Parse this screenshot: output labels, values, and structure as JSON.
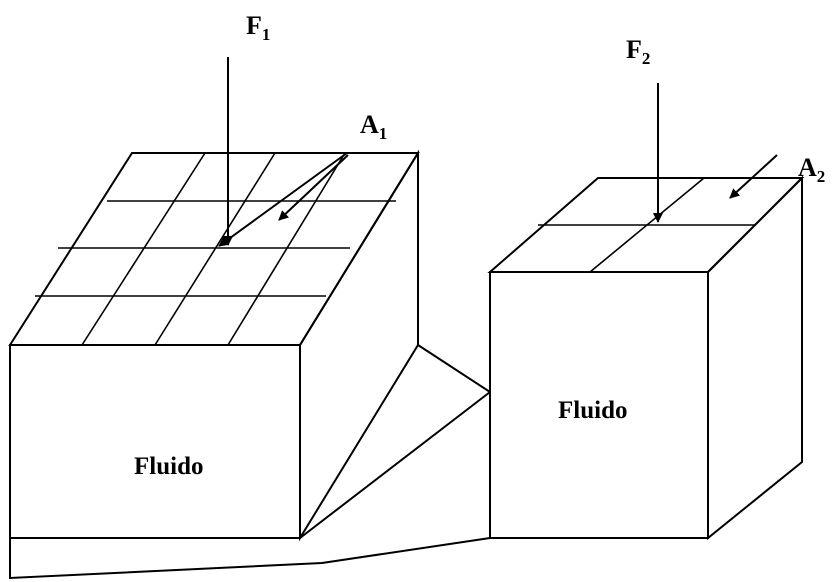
{
  "labels": {
    "force_1": {
      "letter": "F",
      "sub": "1"
    },
    "force_2": {
      "letter": "F",
      "sub": "2"
    },
    "area_1": {
      "letter": "A",
      "sub": "1"
    },
    "area_2": {
      "letter": "A",
      "sub": "2"
    },
    "fluid_1": "Fluido",
    "fluid_2": "Fluido"
  },
  "colors": {
    "stroke": "#000000",
    "background": "#ffffff"
  }
}
